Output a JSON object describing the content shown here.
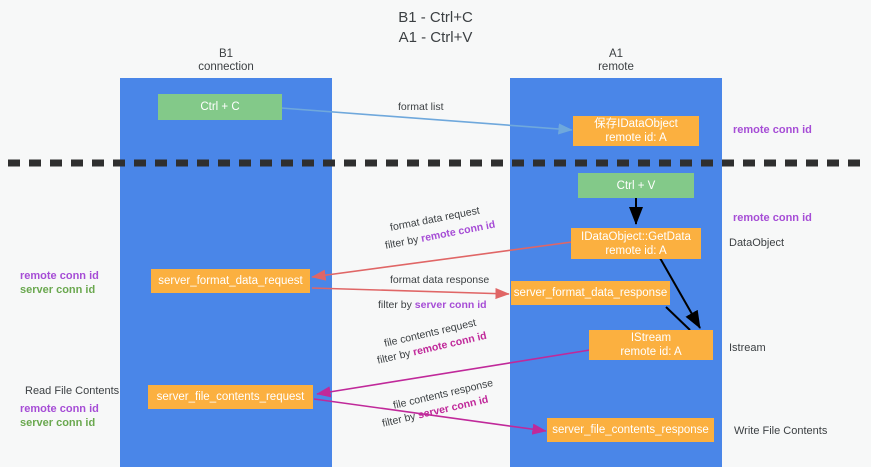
{
  "title": {
    "line1": "B1 - Ctrl+C",
    "line2": "A1 - Ctrl+V"
  },
  "lanes": [
    {
      "id": "b1",
      "name": "B1",
      "sub": "connection",
      "color": "#4a86e8"
    },
    {
      "id": "a1",
      "name": "A1",
      "sub": "remote",
      "color": "#4a86e8"
    }
  ],
  "colors": {
    "lane": "#4a86e8",
    "green_node": "#83c989",
    "orange_node": "#fbb040",
    "divider": "#2f2f2f",
    "purple": "#a64dd6",
    "magenta": "#c0299a",
    "green_text": "#6aa84f",
    "arrow_blue": "#6fa8dc",
    "arrow_red": "#e06666",
    "arrow_black": "#000000",
    "arrow_magenta": "#c0299a",
    "background": "#f7f8f8"
  },
  "nodes": {
    "ctrl_c": {
      "label": "Ctrl + C",
      "kind": "green"
    },
    "save_dataobject": {
      "line1": "保存IDataObject",
      "line2": "remote id: A",
      "kind": "orange"
    },
    "ctrl_v": {
      "label": "Ctrl + V",
      "kind": "green"
    },
    "getdata": {
      "line1": "IDataObject::GetData",
      "line2": "remote id: A",
      "kind": "orange"
    },
    "server_format_data_request": {
      "label": "server_format_data_request",
      "kind": "orange"
    },
    "server_format_data_response": {
      "label": "server_format_data_response",
      "kind": "orange"
    },
    "istream": {
      "line1": "IStream",
      "line2": "remote id: A",
      "kind": "orange"
    },
    "server_file_contents_request": {
      "label": "server_file_contents_request",
      "kind": "orange"
    },
    "server_file_contents_response": {
      "label": "server_file_contents_response",
      "kind": "orange"
    }
  },
  "edge_labels": {
    "format_list": "format list",
    "format_data_request": "format data request",
    "format_data_request_filter_prefix": "filter by ",
    "format_data_request_filter_key": "remote conn id",
    "format_data_response": "format data response",
    "format_data_response_filter_prefix": "filter by ",
    "format_data_response_filter_key": "server conn id",
    "file_contents_request": "file contents request",
    "file_contents_request_filter_prefix": "filter by ",
    "file_contents_request_filter_key": "remote conn id",
    "file_contents_response": "file contents response",
    "file_contents_response_filter_prefix": "filter by ",
    "file_contents_response_filter_key": "server conn id"
  },
  "annotations": {
    "right_remote_conn_id_top": "remote conn id",
    "right_remote_conn_id_mid": "remote conn id",
    "right_dataobject": "DataObject",
    "right_istream": "Istream",
    "right_write_file_contents": "Write File Contents",
    "left_remote_conn_id_mid": "remote conn id",
    "left_server_conn_id_mid": "server conn id",
    "left_read_file_contents": "Read File Contents",
    "left_remote_conn_id_bottom": "remote conn id",
    "left_server_conn_id_bottom": "server conn id"
  }
}
